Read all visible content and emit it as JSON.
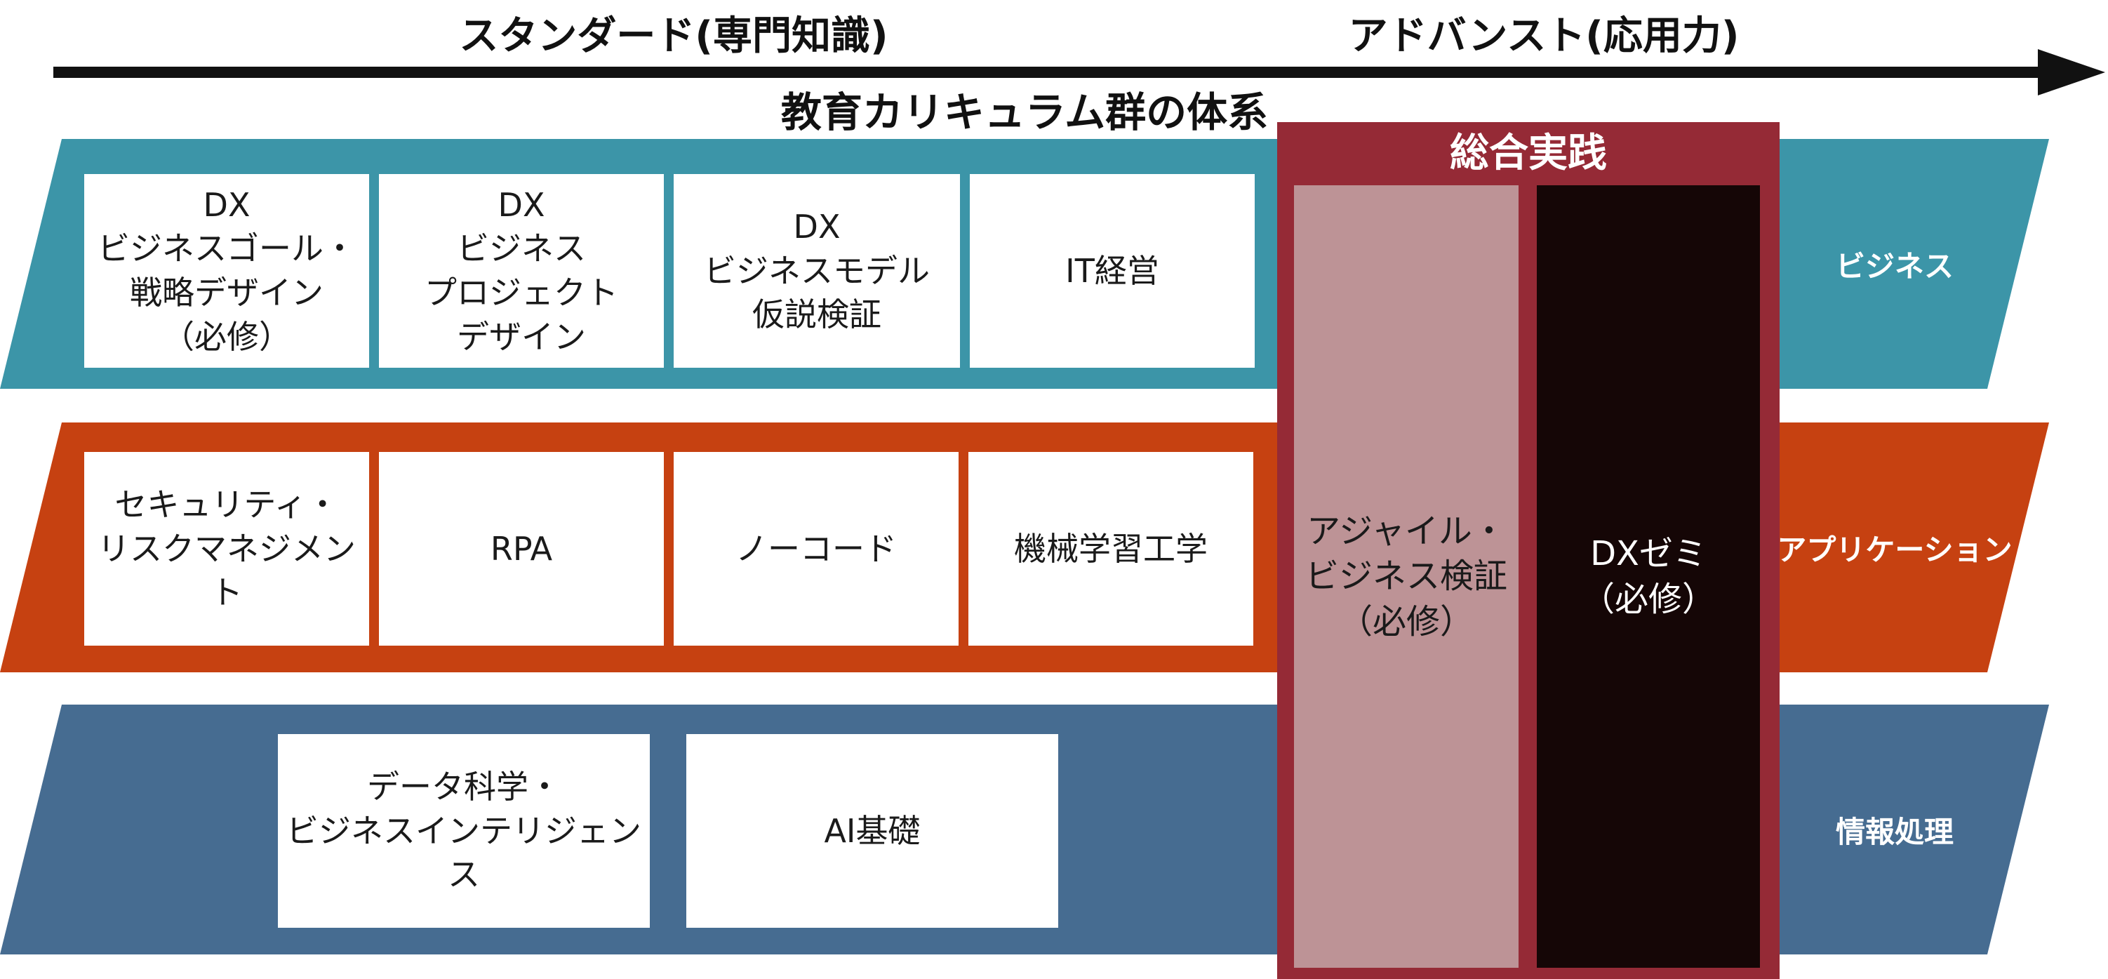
{
  "header": {
    "standard_label": "スタンダード(専門知識)",
    "advanced_label": "アドバンスト(応用力)",
    "subtitle": "教育カリキュラム群の体系"
  },
  "bands": {
    "business": {
      "label": "ビジネス",
      "color": "#3c95a8",
      "courses": [
        "DX\nビジネスゴール・\n戦略デザイン\n（必修）",
        "DX\nビジネス\nプロジェクト\nデザイン",
        "DX\nビジネスモデル\n仮説検証",
        "IT経営"
      ]
    },
    "application": {
      "label": "アプリケーション",
      "color": "#c64111",
      "courses": [
        "セキュリティ・\nリスクマネジメント",
        "RPA",
        "ノーコード",
        "機械学習工学"
      ]
    },
    "info": {
      "label": "情報処理",
      "color": "#466c91",
      "courses": [
        "データ科学・\nビジネスインテリジェンス",
        "AI基礎"
      ]
    }
  },
  "practice": {
    "title": "総合実践",
    "color": "#952a36",
    "courses": [
      "アジャイル・\nビジネス検証\n（必修）",
      "DXゼミ\n（必修）"
    ]
  }
}
